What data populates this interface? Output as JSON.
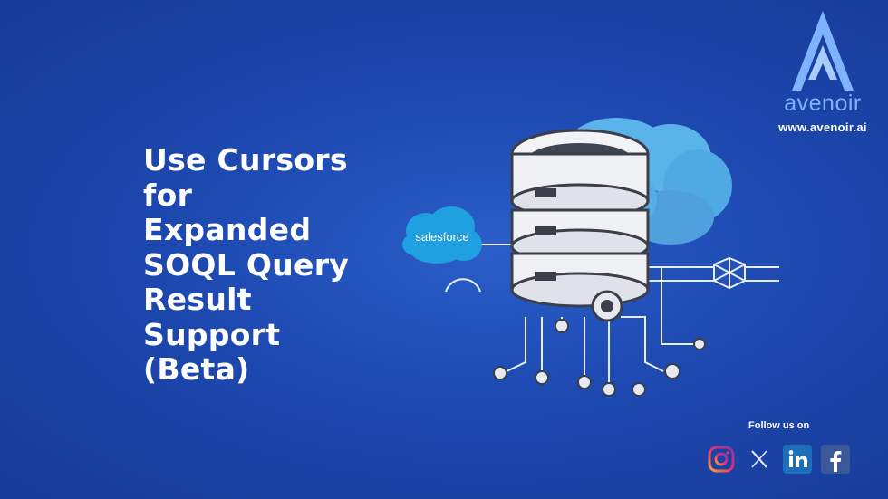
{
  "title_lines": [
    "Use Cursors",
    "for",
    "Expanded",
    "SOQL Query",
    "Result",
    "Support",
    "(Beta)"
  ],
  "brand": {
    "name": "avenoir",
    "url": "www.avenoir.ai",
    "logo_icon": "avenoir-a-logo-icon"
  },
  "illustration": {
    "cloud_label": "salesforce",
    "icons": [
      "database-server-icon",
      "cloud-icon",
      "salesforce-cloud-icon",
      "network-node-icon"
    ]
  },
  "social": {
    "heading": "Follow us on",
    "icons": [
      "instagram-icon",
      "x-icon",
      "linkedin-icon",
      "facebook-icon"
    ]
  },
  "colors": {
    "background": "#1d48b0",
    "brand_blue": "#7fb2ff",
    "salesforce_blue": "#1ea0e1",
    "cloud_blue": "#5ab4ea"
  }
}
